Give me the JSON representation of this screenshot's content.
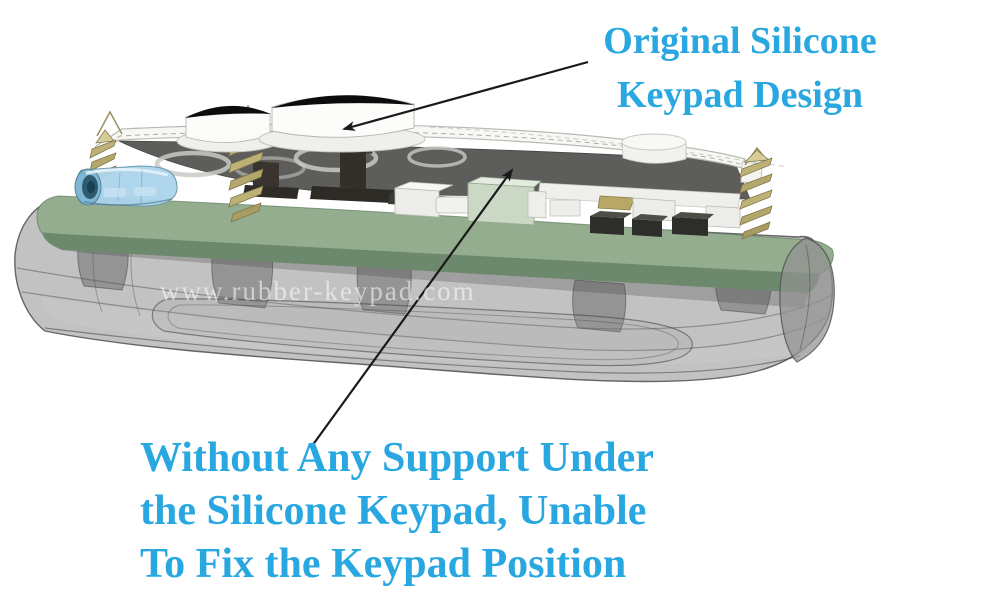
{
  "annotations": {
    "top": {
      "lines": [
        "Original Silicone",
        "Keypad Design"
      ],
      "color": "#29a7e0",
      "target": "silicone keypad sheet edge"
    },
    "bottom": {
      "lines": [
        "Without Any Support Under",
        "the Silicone Keypad, Unable",
        "To Fix the Keypad Position"
      ],
      "color": "#29a7e0",
      "target": "area under keypad plate"
    }
  },
  "watermark": {
    "text": "www.rubber-keypad.com"
  },
  "diagram": {
    "type": "3d-cad-cutaway-illustration",
    "subject": "remote control housing with original silicone keypad design, no support under keypad",
    "colors": {
      "annotation_blue": "#29a7e0",
      "arrow_black": "#1a1a1a",
      "housing_translucent_gray": "#969696",
      "pcb_green_light": "#93ad8e",
      "pcb_green_dark": "#6d896d",
      "keypad_plate_dark_gray": "#5d5d5b",
      "keypad_sheet_white": "#f6f6f3",
      "key_top_black": "#0c0c0c",
      "screw_gold": "#bdb176",
      "lens_light_blue": "#abd4eb"
    },
    "parts": [
      "translucent-housing",
      "green-pcb",
      "dark-keypad-plate",
      "white-silicone-sheet",
      "dome-key-small",
      "dome-key-large",
      "cylinder-key",
      "self-tapping-screw-left",
      "self-tapping-screw-middle",
      "self-tapping-screw-right",
      "blue-led-lens",
      "pcb-connectors",
      "tactile-switches",
      "support-stems"
    ]
  }
}
